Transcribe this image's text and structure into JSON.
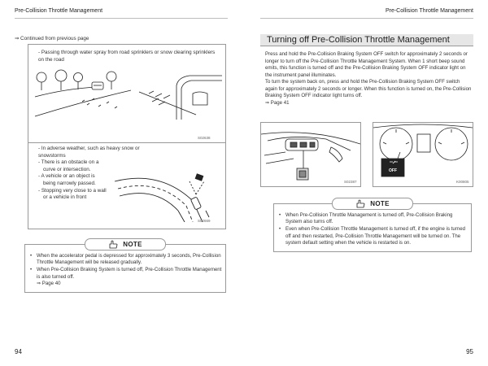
{
  "header": {
    "left_title": "Pre-Collision Throttle Management",
    "right_title": "Pre-Collision Throttle Management"
  },
  "left": {
    "continued": "⇒ Continued from previous page",
    "bullet1": "- Passing through water spray from road sprinklers or snow clearing sprinklers on the road",
    "code1": "S02638",
    "conditions": [
      "- In adverse weather, such as heavy snow or snowstorms",
      "- There is an obstacle on a",
      "  curve or intersection.",
      "- A vehicle or an object is",
      "  being narrowly passed.",
      "- Stopping very close to a wall",
      "  or a vehicle in front"
    ],
    "code2": "S02669"
  },
  "left_note": {
    "title": "NOTE",
    "items": [
      "When the accelerator pedal is depressed for approximately 3 seconds, Pre-Collision Throttle Management will be released gradually.",
      "When Pre-Collision Braking System is turned off, Pre-Collision Throttle Management is also turned off."
    ],
    "page_ref": "⇒ Page 40"
  },
  "right": {
    "section_title": "Turning off Pre-Collision Throttle Management",
    "para1": "Press and hold the Pre-Collision Braking System OFF switch for approximately 2 seconds or longer to turn off the Pre-Collision Throttle Management System. When 1 short beep sound emits, this function is turned off and the Pre-Collision Braking System OFF indicator light on the instrument panel illuminates.",
    "para2": "To turn the system back on, press and hold the Pre-Collision Braking System OFF switch again for approximately 2 seconds or longer. When this function is turned on, the Pre-Collision Braking System OFF indicator light turns off.",
    "page_ref": "⇒ Page 41",
    "code_left": "S02387",
    "code_right": "K00805",
    "off_label": "OFF"
  },
  "right_note": {
    "title": "NOTE",
    "items": [
      "When Pre-Collision Throttle Management is turned off, Pre-Collision Braking System also turns off.",
      "Even when Pre-Collision Throttle Management is turned off, if the engine is turned off and then restarted, Pre-Collision Throttle Management will be turned on. The system default setting when the vehicle is restarted is on."
    ]
  },
  "page_numbers": {
    "left": "94",
    "right": "95"
  }
}
